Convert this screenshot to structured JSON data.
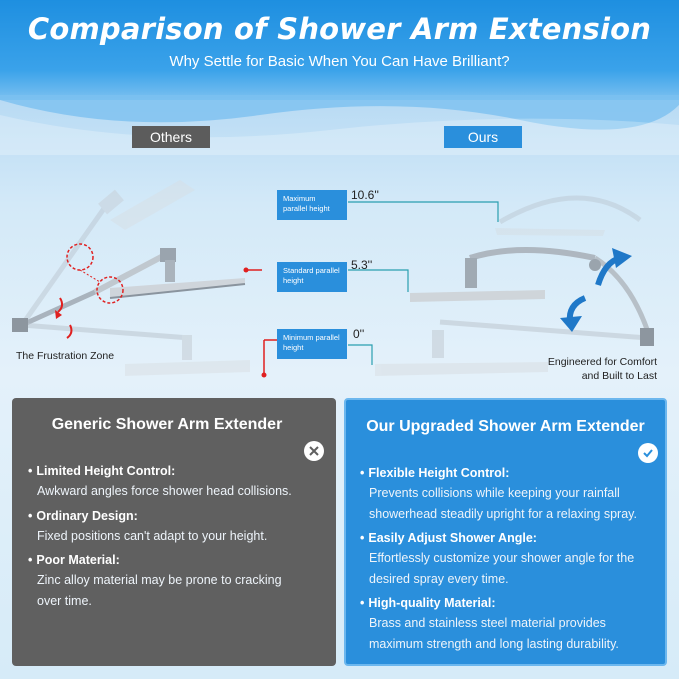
{
  "header": {
    "title": "Comparison of Shower Arm Extension",
    "subtitle": "Why Settle for Basic When You Can Have Brilliant?"
  },
  "tags": {
    "others": "Others",
    "ours": "Ours"
  },
  "heights": [
    {
      "label": "Maximum parallel height",
      "value": "10.6''"
    },
    {
      "label": "Standard parallel height",
      "value": "5.3''"
    },
    {
      "label": "Minimum parallel height",
      "value": "0''"
    }
  ],
  "captions": {
    "left": "The Frustration Zone",
    "right_line1": "Engineered for Comfort",
    "right_line2": "and Built to Last"
  },
  "panels": {
    "left": {
      "title": "Generic Shower Arm Extender",
      "icon": "close-icon",
      "features": [
        {
          "name": "Limited Height Control:",
          "desc1": "Awkward angles force shower head collisions.",
          "desc2": ""
        },
        {
          "name": "Ordinary Design:",
          "desc1": "Fixed positions can't adapt to your height.",
          "desc2": ""
        },
        {
          "name": "Poor Material:",
          "desc1": "Zinc alloy material may be prone to cracking",
          "desc2": "over time."
        }
      ]
    },
    "right": {
      "title": "Our Upgraded Shower Arm Extender",
      "icon": "check-icon",
      "features": [
        {
          "name": "Flexible Height Control:",
          "desc1": "Prevents collisions while keeping your rainfall",
          "desc2": "showerhead steadily upright for a relaxing spray."
        },
        {
          "name": "Easily Adjust Shower Angle:",
          "desc1": "Effortlessly customize your shower angle for the",
          "desc2": "desired spray every time."
        },
        {
          "name": "High-quality Material:",
          "desc1": "Brass and stainless steel material provides",
          "desc2": "maximum strength and long lasting durability."
        }
      ]
    }
  },
  "colors": {
    "brand_blue": "#2a8fdc",
    "dark_gray": "#606060",
    "marker_red": "#e02020"
  }
}
